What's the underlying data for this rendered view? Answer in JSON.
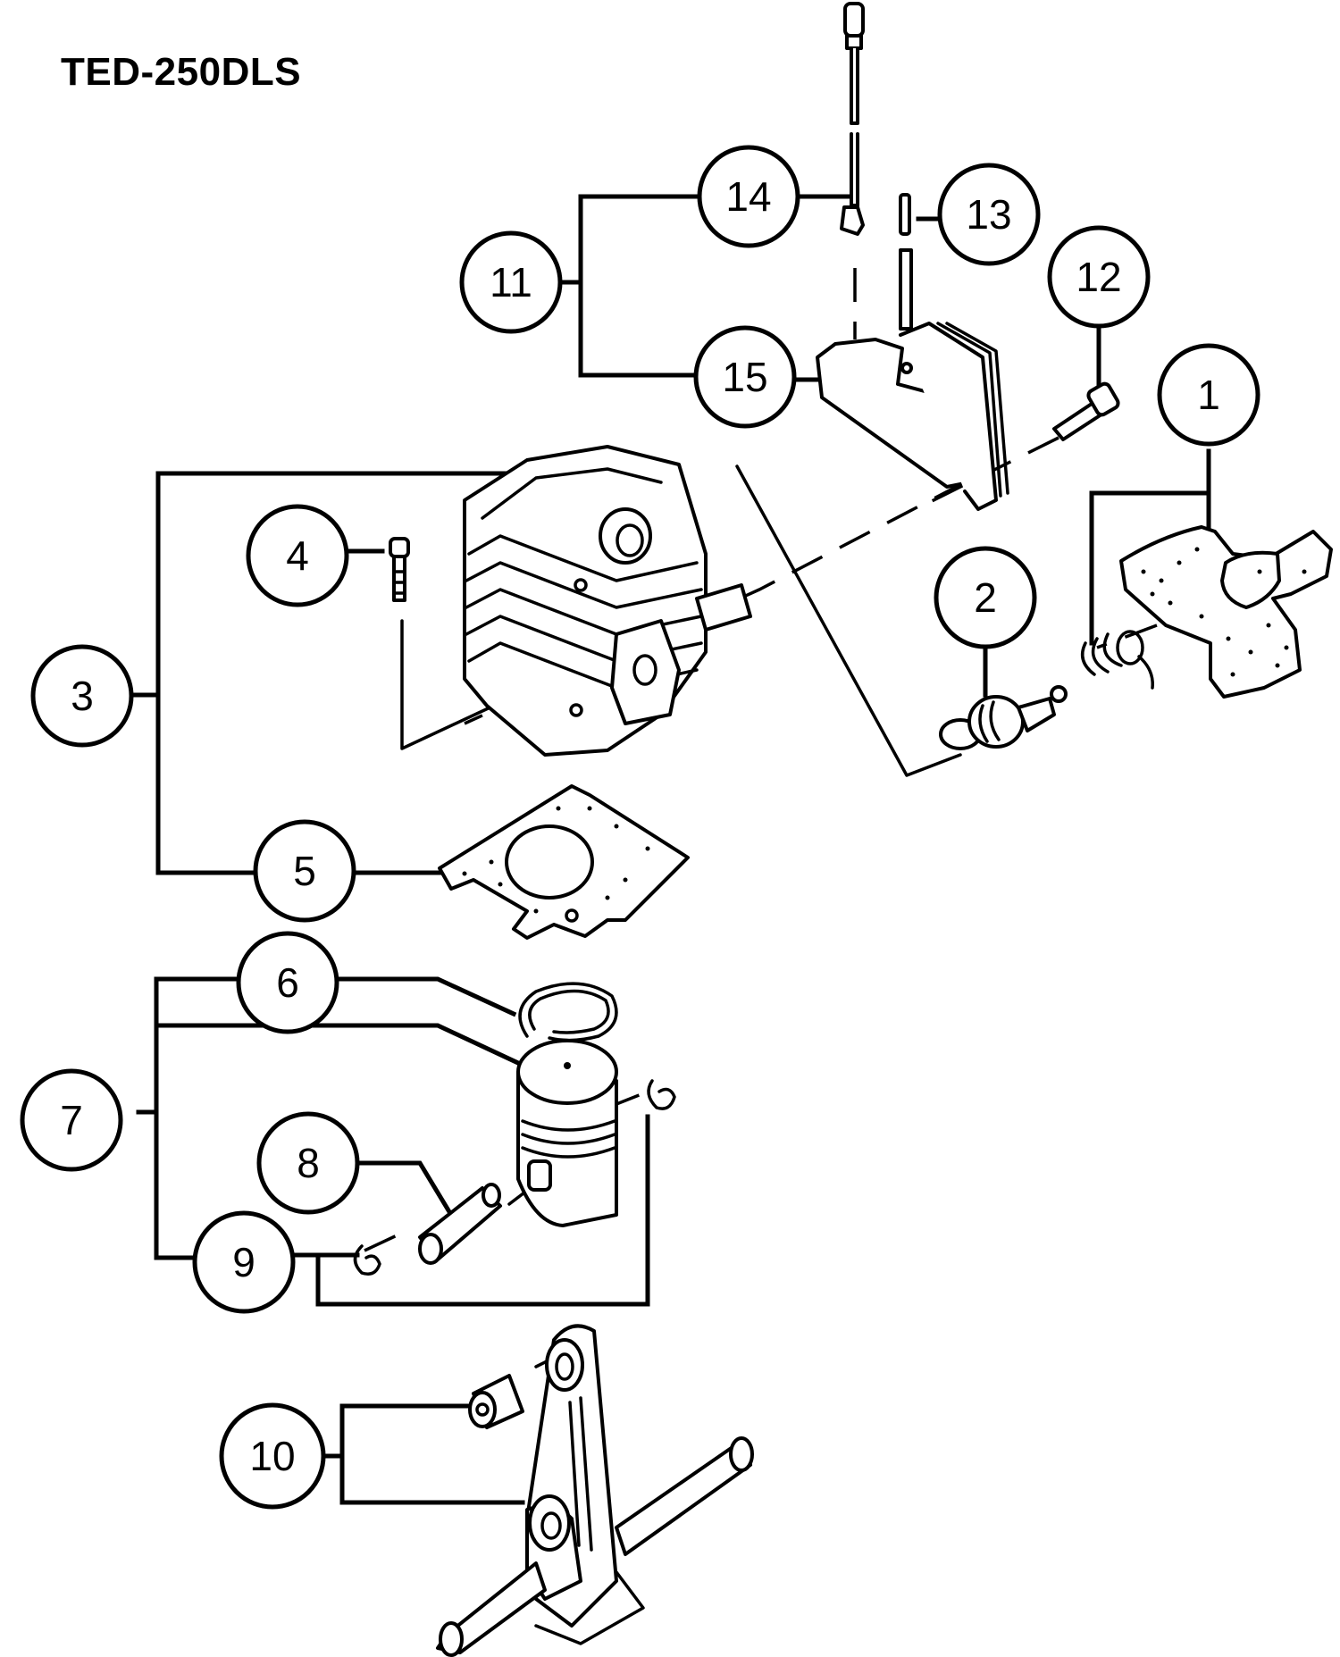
{
  "title": "TED-250DLS",
  "diagram": {
    "type": "exploded-parts-view",
    "callouts": [
      {
        "id": "1",
        "label": "1"
      },
      {
        "id": "2",
        "label": "2"
      },
      {
        "id": "3",
        "label": "3"
      },
      {
        "id": "4",
        "label": "4"
      },
      {
        "id": "5",
        "label": "5"
      },
      {
        "id": "6",
        "label": "6"
      },
      {
        "id": "7",
        "label": "7"
      },
      {
        "id": "8",
        "label": "8"
      },
      {
        "id": "9",
        "label": "9"
      },
      {
        "id": "10",
        "label": "10"
      },
      {
        "id": "11",
        "label": "11"
      },
      {
        "id": "12",
        "label": "12"
      },
      {
        "id": "13",
        "label": "13"
      },
      {
        "id": "14",
        "label": "14"
      },
      {
        "id": "15",
        "label": "15"
      }
    ],
    "groups": [
      {
        "parent": "1",
        "children": [
          "spring",
          "muffler-cover"
        ]
      },
      {
        "parent": "3",
        "children": [
          "4",
          "cylinder",
          "5"
        ]
      },
      {
        "parent": "7",
        "children": [
          "6",
          "piston",
          "8",
          "9"
        ]
      },
      {
        "parent": "10",
        "children": [
          "needle-bearing",
          "crankshaft"
        ]
      },
      {
        "parent": "11",
        "children": [
          "14",
          "15"
        ]
      }
    ]
  }
}
